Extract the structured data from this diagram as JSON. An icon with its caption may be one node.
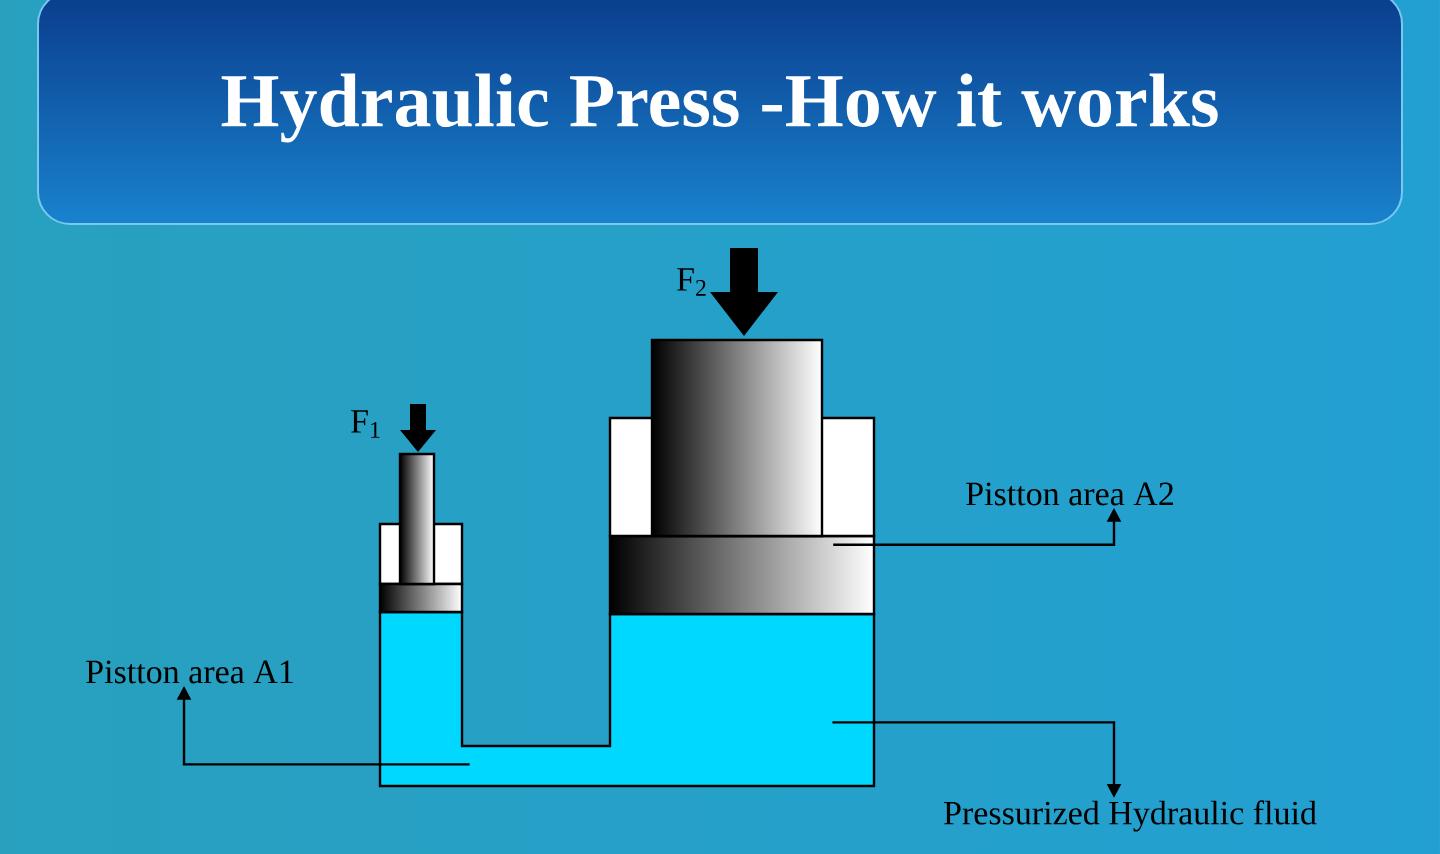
{
  "diagram": {
    "title": "Hydraulic Press -How it works",
    "nodes": [
      {
        "text": [
          "Pistton area A1"
        ]
      },
      {
        "text": [
          "Pistton area A2"
        ]
      },
      {
        "text": [
          "Pressurized Hydraulic fluid"
        ]
      },
      {
        "text": [],
        "shape": "picture"
      },
      {
        "text": [],
        "shape": "box"
      }
    ],
    "edges": [
      {
        "from": 3,
        "to": 0,
        "arrow": "to"
      },
      {
        "from": 4,
        "to": 1,
        "arrow": "to"
      },
      {
        "from": 3,
        "to": 2,
        "arrow": "to"
      }
    ],
    "labels": [
      "F$_{1}$",
      "F$_{2}$"
    ]
  }
}
